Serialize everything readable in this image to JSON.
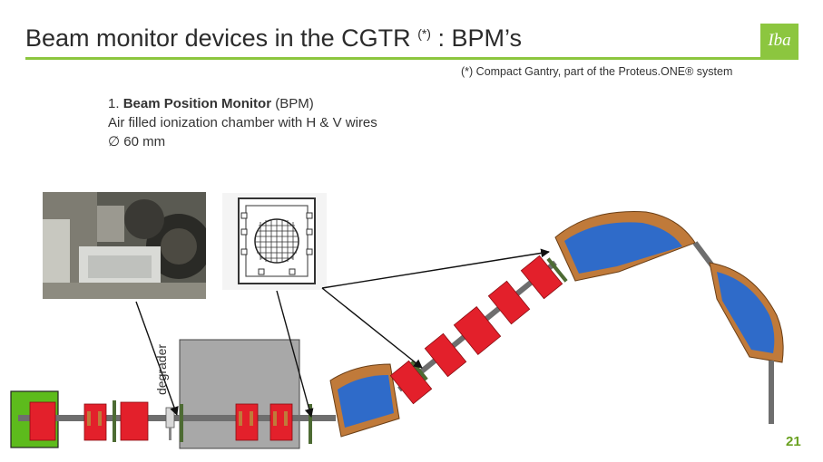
{
  "slide": {
    "title_main": "Beam monitor devices in the CGTR",
    "title_sup": "(*)",
    "title_tail": ": BPM’s",
    "logo_text": "Iba",
    "footnote": "(*) Compact Gantry, part of the Proteus.ONE® system",
    "item_number": "1.",
    "item_bold": "Beam Position Monitor",
    "item_abbrev": "(BPM)",
    "line2": "Air filled ionization chamber with H & V wires",
    "line3": "∅ 60 mm",
    "degrader_label": "degrader",
    "page_number": "21"
  },
  "colors": {
    "accent_green": "#8cc63f",
    "magnet_red": "#e3202b",
    "dipole_blue": "#2f6bc9",
    "dipole_copper": "#c07a3a",
    "monitor_green": "#4d6b33",
    "room_gray": "#a8a8a8"
  }
}
